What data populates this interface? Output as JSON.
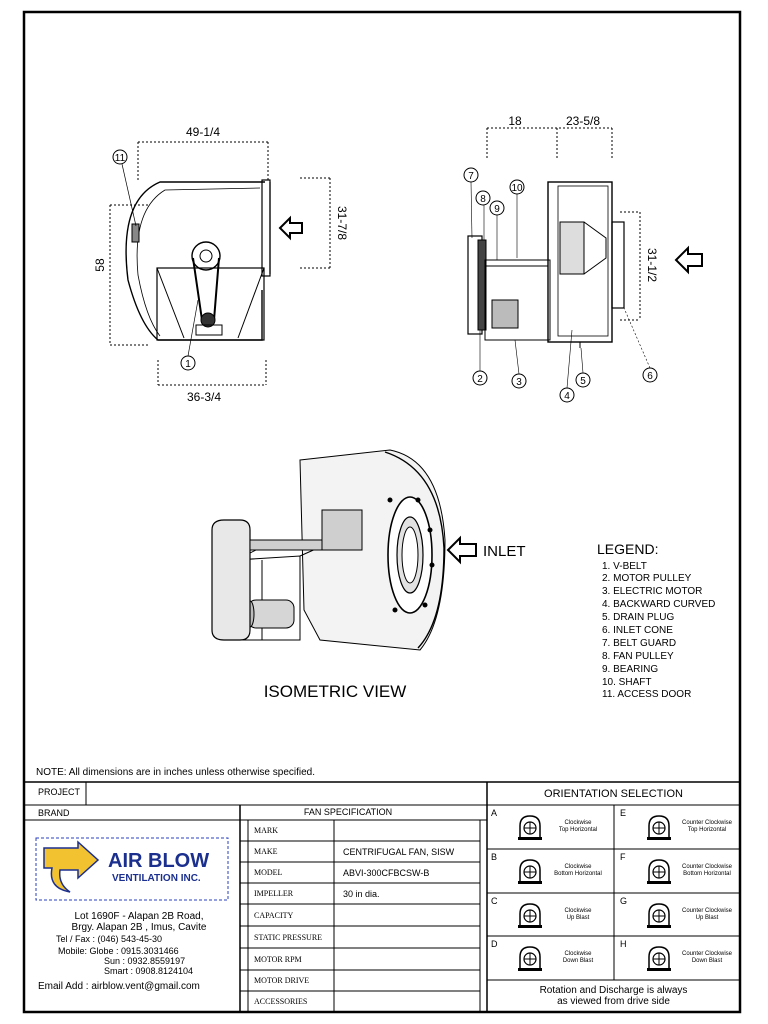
{
  "drawing": {
    "front": {
      "width_top": "49-1/4",
      "height": "58",
      "outlet": "31-7/8",
      "width_bottom": "36-3/4",
      "callouts": [
        "11",
        "1"
      ]
    },
    "side": {
      "dim_a": "18",
      "dim_b": "23-5/8",
      "inlet": "31-1/2",
      "callouts_top": [
        "7",
        "8",
        "9",
        "10"
      ],
      "callouts_bottom": [
        "2",
        "3",
        "4",
        "5",
        "6"
      ]
    },
    "inlet_label": "INLET",
    "iso_title": "ISOMETRIC VIEW"
  },
  "legend": {
    "title": "LEGEND:",
    "items": [
      "1. V-BELT",
      "2. MOTOR PULLEY",
      "3. ELECTRIC MOTOR",
      "4. BACKWARD CURVED",
      "5. DRAIN PLUG",
      "6. INLET CONE",
      "7. BELT GUARD",
      "8. FAN PULLEY",
      "9. BEARING",
      "10. SHAFT",
      "11. ACCESS DOOR"
    ]
  },
  "note": "NOTE: All dimensions are in inches unless otherwise specified.",
  "title_block": {
    "project_label": "PROJECT",
    "brand_label": "BRAND",
    "logo": {
      "line1": "AIR BLOW",
      "line2": "VENTILATION INC."
    },
    "address": [
      "Lot 1690F - Alapan 2B Road,",
      "Brgy. Alapan 2B , Imus, Cavite"
    ],
    "telfax": "Tel / Fax   : (046)  543-45-30",
    "mobile": [
      "Mobile:   Globe  : 0915.3031466",
      "Sun    : 0932.8559197",
      "Smart : 0908.8124104"
    ],
    "email": "Email Add  :  airblow.vent@gmail.com",
    "spec_title": "FAN SPECIFICATION",
    "spec_rows": [
      {
        "label": "MARK",
        "value": ""
      },
      {
        "label": "MAKE",
        "value": "CENTRIFUGAL  FAN, SISW"
      },
      {
        "label": "MODEL",
        "value": "ABVI-300CFBCSW-B"
      },
      {
        "label": "IMPELLER",
        "value": "30  in dia."
      },
      {
        "label": "CAPACITY",
        "value": ""
      },
      {
        "label": "STATIC PRESSURE",
        "value": ""
      },
      {
        "label": "MOTOR RPM",
        "value": ""
      },
      {
        "label": "MOTOR DRIVE",
        "value": ""
      },
      {
        "label": "ACCESSORIES",
        "value": ""
      }
    ],
    "orientation_title": "ORIENTATION  SELECTION",
    "orientations": [
      {
        "key": "A",
        "line1": "Clockwise",
        "line2": "Top Horizontal"
      },
      {
        "key": "E",
        "line1": "Counter Clockwise",
        "line2": "Top Horizontal"
      },
      {
        "key": "B",
        "line1": "Clockwise",
        "line2": "Bottom Horizontal"
      },
      {
        "key": "F",
        "line1": "Counter Clockwise",
        "line2": "Bottom Horizontal"
      },
      {
        "key": "C",
        "line1": "Clockwise",
        "line2": "Up Blast"
      },
      {
        "key": "G",
        "line1": "Counter Clockwise",
        "line2": "Up Blast"
      },
      {
        "key": "D",
        "line1": "Clockwise",
        "line2": "Down Blast"
      },
      {
        "key": "H",
        "line1": "Counter Clockwise",
        "line2": "Down Blast"
      }
    ],
    "orientation_note": [
      "Rotation and Discharge is always",
      "as viewed from drive side"
    ]
  }
}
